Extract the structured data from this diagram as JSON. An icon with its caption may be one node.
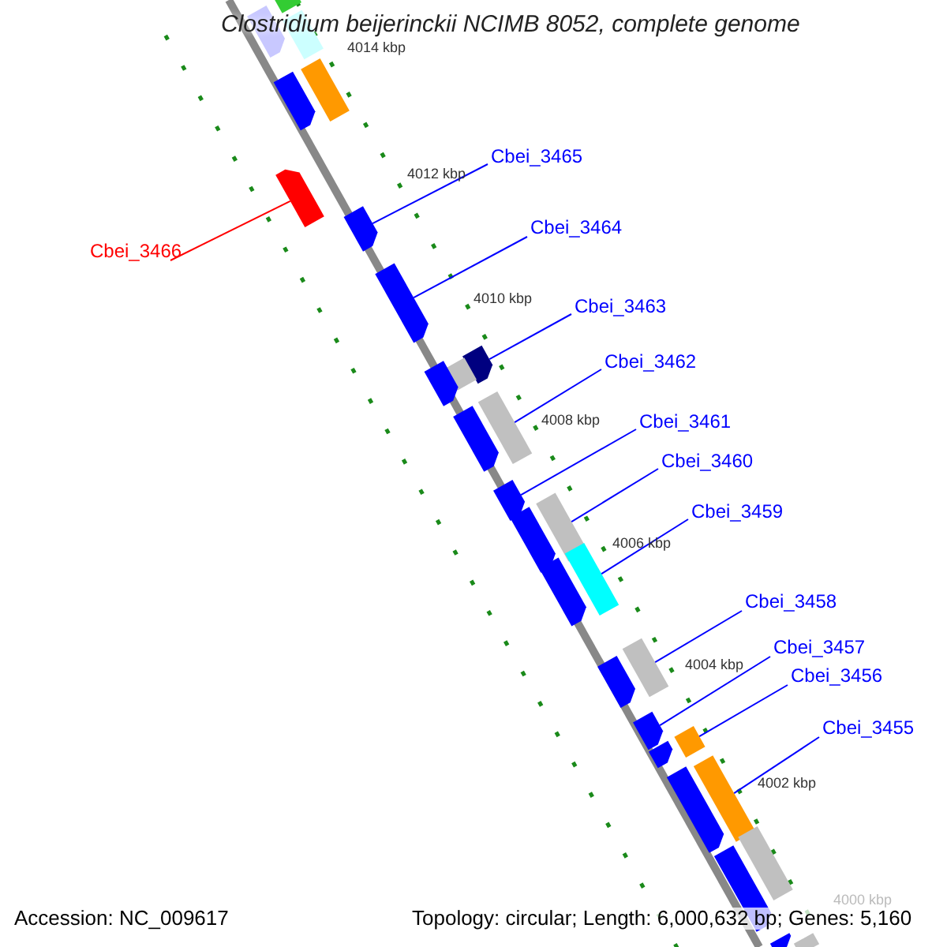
{
  "diagram": {
    "title": "Clostridium beijerinckii NCIMB 8052, complete genome",
    "nodes": [
      {
        "text": [
          "Cbei_3465"
        ]
      },
      {
        "text": [
          "Cbei_3464"
        ]
      },
      {
        "text": [
          "Cbei_3466"
        ]
      },
      {
        "text": [
          "Cbei_3463"
        ]
      },
      {
        "text": [
          "Cbei_3462"
        ]
      },
      {
        "text": [
          "Cbei_3461"
        ]
      },
      {
        "text": [
          "Cbei_3460"
        ]
      },
      {
        "text": [
          "Cbei_3459"
        ]
      },
      {
        "text": [
          "Cbei_3458"
        ]
      },
      {
        "text": [
          "Cbei_3457"
        ]
      },
      {
        "text": [
          "Cbei_3456"
        ]
      },
      {
        "text": [
          "Cbei_3455"
        ]
      },
      {
        "text": [],
        "shape": "box"
      },
      {
        "text": [],
        "shape": "pentagon"
      },
      {
        "text": [],
        "shape": "box"
      },
      {
        "text": [],
        "shape": "box"
      },
      {
        "text": [],
        "shape": "pentagon"
      },
      {
        "text": [],
        "shape": "pentagon"
      },
      {
        "text": [],
        "shape": "pentagon"
      },
      {
        "text": [],
        "shape": "pentagon"
      },
      {
        "text": [],
        "shape": "pentagon"
      },
      {
        "text": [],
        "shape": "box"
      },
      {
        "text": [],
        "shape": "pentagon"
      },
      {
        "text": [],
        "shape": "box"
      },
      {
        "text": [],
        "shape": "pentagon"
      },
      {
        "text": [],
        "shape": "pentagon"
      },
      {
        "text": [],
        "shape": "box"
      },
      {
        "text": [],
        "shape": "pentagon"
      },
      {
        "text": [],
        "shape": "box"
      },
      {
        "text": [],
        "shape": "pentagon"
      },
      {
        "text": [],
        "shape": "box"
      },
      {
        "text": [],
        "shape": "pentagon"
      },
      {
        "text": [],
        "shape": "pentagon"
      },
      {
        "text": [],
        "shape": "box"
      },
      {
        "text": [],
        "shape": "pentagon"
      },
      {
        "text": [],
        "shape": "box"
      },
      {
        "text": [],
        "shape": "pentagon"
      },
      {
        "text": [],
        "shape": "box"
      },
      {
        "text": [],
        "shape": "pentagon"
      },
      {
        "text": [],
        "shape": "box"
      },
      {
        "text": [],
        "shape": "pentagon"
      }
    ],
    "edges": [
      {
        "from": 0,
        "to": 18,
        "arrow": "none"
      },
      {
        "from": 1,
        "to": 19,
        "arrow": "none"
      },
      {
        "from": 2,
        "to": 17,
        "arrow": "none",
        "color": "#ff0000"
      },
      {
        "from": 3,
        "to": 20,
        "arrow": "none"
      },
      {
        "from": 4,
        "to": 23,
        "arrow": "none"
      },
      {
        "from": 5,
        "to": 25,
        "arrow": "none"
      },
      {
        "from": 6,
        "to": 26,
        "arrow": "none"
      },
      {
        "from": 7,
        "to": 28,
        "arrow": "none"
      },
      {
        "from": 8,
        "to": 30,
        "arrow": "none"
      },
      {
        "from": 9,
        "to": 32,
        "arrow": "none"
      },
      {
        "from": 10,
        "to": 33,
        "arrow": "none"
      },
      {
        "from": 11,
        "to": 35,
        "arrow": "none"
      }
    ],
    "labels": [
      "4014 kbp",
      "4012 kbp",
      "4010 kbp",
      "4008 kbp",
      "4006 kbp",
      "4004 kbp",
      "4002 kbp",
      "4000 kbp",
      "Accession: NC_009617",
      "Topology: circular; Length: 6,000,632 bp; Genes: 5,160"
    ]
  }
}
